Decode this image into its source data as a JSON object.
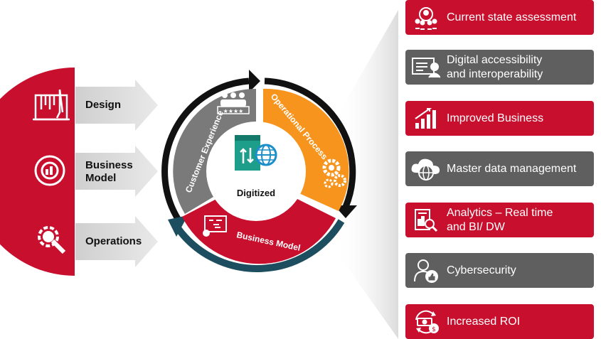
{
  "left_items": [
    {
      "label": "Design"
    },
    {
      "label": "Business Model"
    },
    {
      "label": "Operations"
    }
  ],
  "wheel": {
    "center_label": "Digitized",
    "segments": [
      {
        "label": "Customer Experience"
      },
      {
        "label": "Operational Process"
      },
      {
        "label": "Business Model"
      }
    ]
  },
  "right_items": [
    {
      "line1": "Current state assessment",
      "line2": "",
      "style": "red"
    },
    {
      "line1": "Digital accessibility",
      "line2": "and interoperability",
      "style": "gray"
    },
    {
      "line1": "Improved Business",
      "line2": "",
      "style": "red"
    },
    {
      "line1": "Master data management",
      "line2": "",
      "style": "gray"
    },
    {
      "line1": "Analytics – Real time",
      "line2": "and BI/ DW",
      "style": "red"
    },
    {
      "line1": "Cybersecurity",
      "line2": "",
      "style": "gray"
    },
    {
      "line1": "Increased ROI",
      "line2": "",
      "style": "red"
    }
  ],
  "colors": {
    "red": "#c8102e",
    "gray": "#5f5f5f",
    "orange": "#f7941d",
    "dark_gray": "#7a7a7a",
    "teal": "#1c4e5f",
    "black": "#111111"
  },
  "icons": {
    "left": [
      "design-tools-icon",
      "pie-chart-target-icon",
      "gear-wrench-icon"
    ],
    "center": "digital-globe-icon",
    "right": [
      "team-meeting-icon",
      "computer-user-icon",
      "bar-chart-growth-icon",
      "cloud-globe-icon",
      "report-magnifier-icon",
      "user-thumbs-up-icon",
      "money-cycle-icon"
    ]
  }
}
